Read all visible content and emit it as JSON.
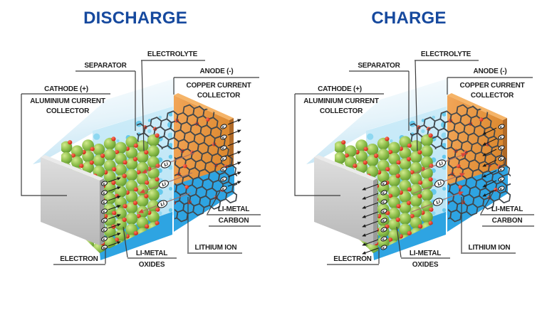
{
  "page": {
    "background": "#ffffff"
  },
  "symbols": {
    "lithium_ion": "Li",
    "electron": "e⁻"
  },
  "colors": {
    "title_blue": "#16499e",
    "label_text": "#1f1f1f",
    "leader_line": "#3c3c3c",
    "electrolyte_glow": "#c9e7f5",
    "separator_face": "#c3e8f7",
    "separator_pore": "#66c9ec",
    "cathode_sphere_green": "#8fc04c",
    "lithium_dot_red": "#d8281c",
    "aluminium_gray": "#c9c9c9",
    "copper_orange": "#e69340",
    "anode_blue": "#2ea4e2",
    "graphite_line": "#41474c",
    "ion_arrow_red": "#d9453a",
    "electron_arrow_black": "#1a1a1a"
  },
  "diagrams": [
    {
      "mode": "discharge",
      "title": "DISCHARGE",
      "labels": {
        "separator": "SEPARATOR",
        "electrolyte": "ELECTROLYTE",
        "anode": "ANODE (-)",
        "copper_line1": "COPPER CURRENT",
        "copper_line2": "COLLECTOR",
        "cathode": "CATHODE (+)",
        "aluminium_line1": "ALUMINIUM CURRENT",
        "aluminium_line2": "COLLECTOR",
        "limetal_carbon_line1": "LI-METAL",
        "limetal_carbon_line2": "CARBON",
        "lithium_ion": "LITHIUM ION",
        "limetal_oxides_line1": "LI-METAL",
        "limetal_oxides_line2": "OXIDES",
        "electron": "ELECTRON"
      }
    },
    {
      "mode": "charge",
      "title": "CHARGE",
      "labels": {
        "separator": "SEPARATOR",
        "electrolyte": "ELECTROLYTE",
        "anode": "ANODE (-)",
        "copper_line1": "COPPER CURRENT",
        "copper_line2": "COLLECTOR",
        "cathode": "CATHODE (+)",
        "aluminium_line1": "ALUMINIUM CURRENT",
        "aluminium_line2": "COLLECTOR",
        "limetal_carbon_line1": "LI-METAL",
        "limetal_carbon_line2": "CARBON",
        "lithium_ion": "LITHIUM ION",
        "limetal_oxides_line1": "LI-METAL",
        "limetal_oxides_line2": "OXIDES",
        "electron": "ELECTRON"
      }
    }
  ]
}
